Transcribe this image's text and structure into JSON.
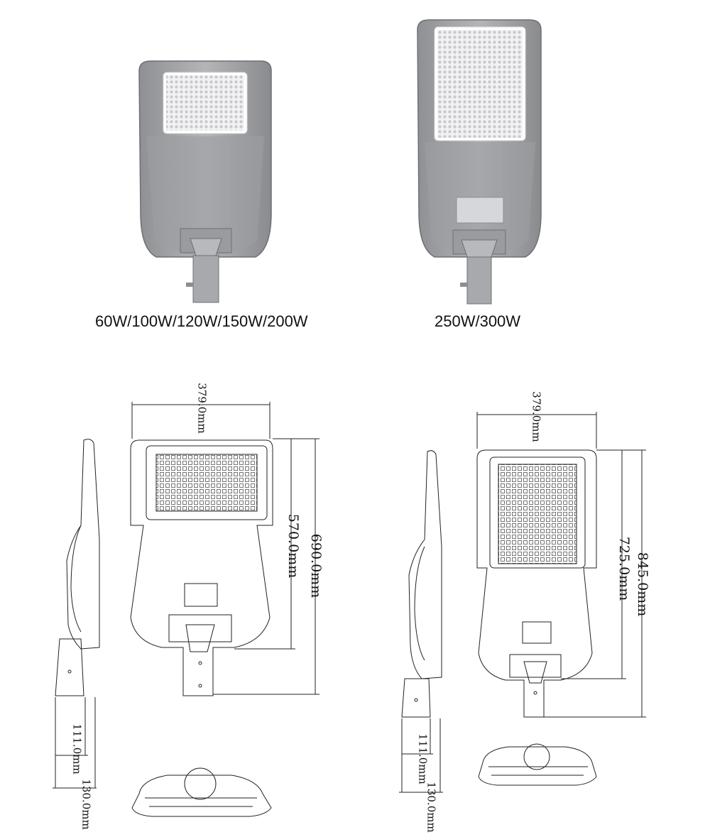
{
  "products": {
    "small": {
      "label": "60W/100W/120W/150W/200W"
    },
    "large": {
      "label": "250W/300W"
    }
  },
  "drawing_small": {
    "width": "379.0mm",
    "height_body": "570.0mm",
    "height_total": "690.0mm",
    "side_a": "111.0mm",
    "side_b": "130.0mm"
  },
  "drawing_large": {
    "width": "379.0mm",
    "height_body": "725.0mm",
    "height_total": "845.0mm",
    "side_a": "111.0mm",
    "side_b": "130.0mm"
  },
  "colors": {
    "housing": "#a9aaad",
    "housing_dark": "#7d7e82",
    "led_panel": "#e9e9ec",
    "line": "#222222"
  }
}
